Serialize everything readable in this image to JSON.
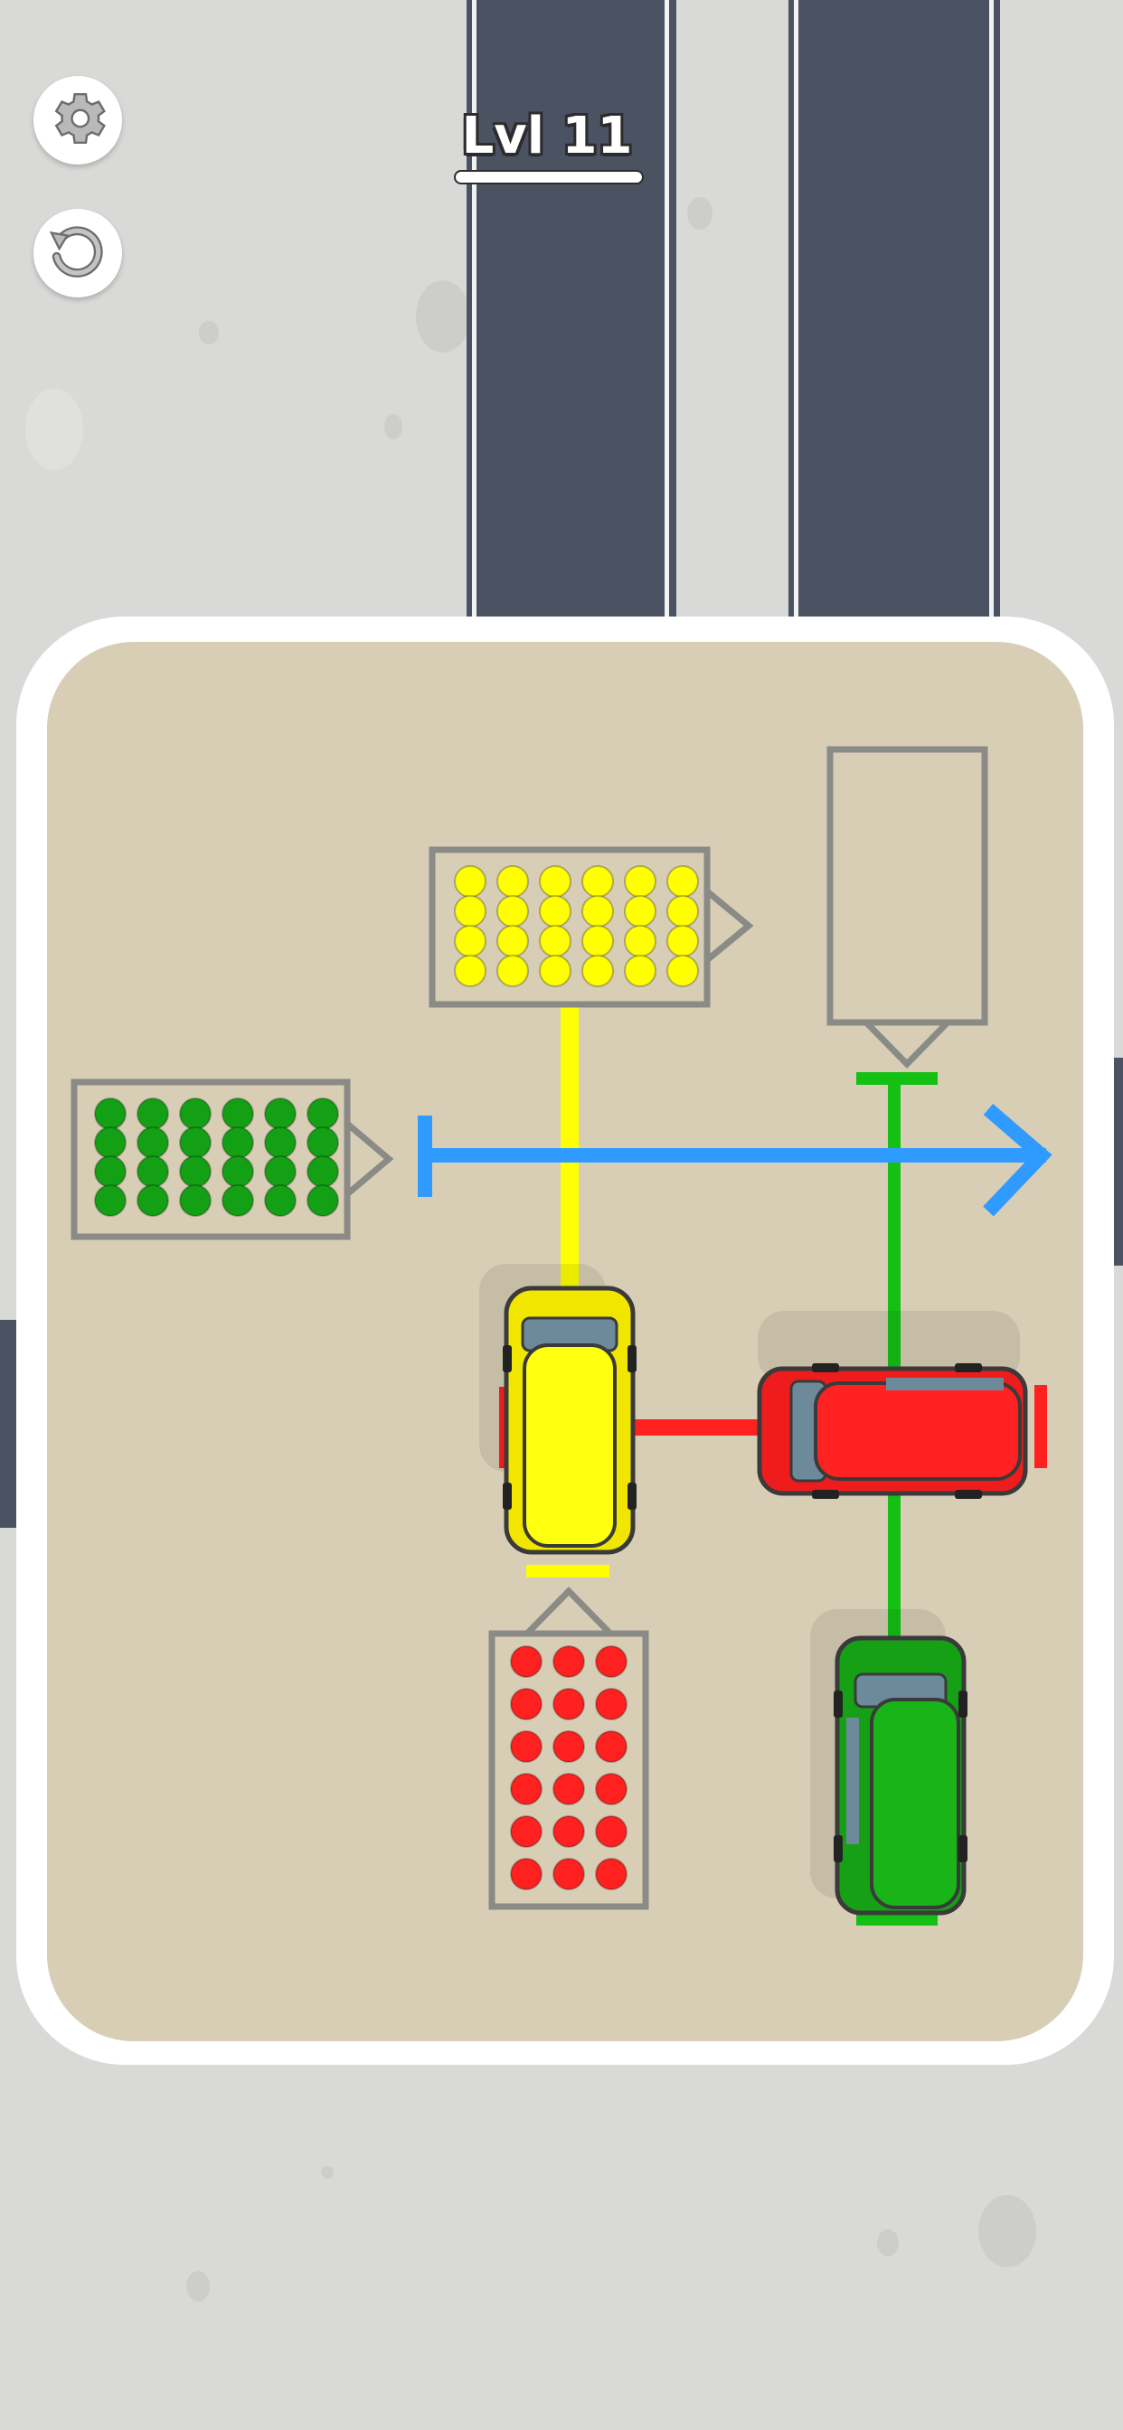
{
  "hud": {
    "level_label": "Lvl 11",
    "settings_icon": "gear-icon",
    "restart_icon": "restart-icon"
  },
  "colors": {
    "background": "#d9d9d7",
    "road": "#4b5363",
    "board_frame": "#ffffff",
    "board_floor": "#d7ceb5",
    "yellow": "#ffff00",
    "green": "#14a014",
    "red": "#ff2020",
    "blue": "#2f9bff",
    "dock_outline": "#8a8a86"
  },
  "docks": [
    {
      "name": "yellow-passenger-dock",
      "color": "yellow",
      "rows": 4,
      "cols": 6
    },
    {
      "name": "green-passenger-dock",
      "color": "green",
      "rows": 4,
      "cols": 6
    },
    {
      "name": "red-passenger-dock",
      "color": "red",
      "rows": 6,
      "cols": 3
    },
    {
      "name": "empty-dock",
      "color": "none",
      "rows": 0,
      "cols": 0
    }
  ],
  "vehicles": [
    {
      "name": "yellow-car",
      "color": "yellow"
    },
    {
      "name": "red-bus",
      "color": "red"
    },
    {
      "name": "green-bus",
      "color": "green"
    }
  ]
}
